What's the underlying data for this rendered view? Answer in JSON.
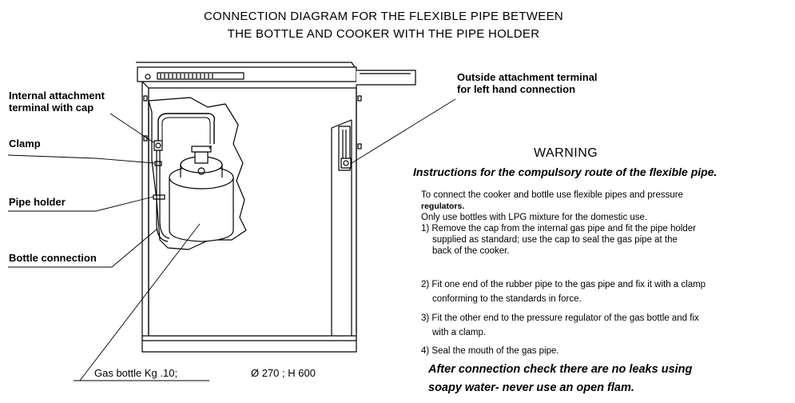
{
  "title": {
    "line1": "CONNECTION DIAGRAM FOR THE FLEXIBLE PIPE BETWEEN",
    "line2": "THE BOTTLE AND COOKER WITH THE PIPE  HOLDER"
  },
  "labels": {
    "internal1": "Internal attachment",
    "internal2": "terminal with cap",
    "clamp": "Clamp",
    "pipe_holder": "Pipe holder",
    "bottle_connection": "Bottle connection",
    "outside1": "Outside attachment terminal",
    "outside2": "for left hand connection",
    "gas_bottle": "Gas bottle Kg .10;",
    "gas_dims": "Ø 270 ; H 600"
  },
  "warning": {
    "heading": "WARNING",
    "subheading": "Instructions for the compulsory route of the flexible pipe.",
    "p1a": "To connect the cooker and bottle use flexible pipes and pressure",
    "p1b": "regulators.",
    "p2": "Only use bottles with LPG mixture for the domestic use.",
    "s1a": "1) Remove the cap from the internal gas pipe and fit the pipe holder",
    "s1b": "supplied as standard; use the cap to seal the gas pipe at the",
    "s1c": "back of the cooker.",
    "s2a": "2) Fit one end of the rubber pipe to the gas pipe and fix it with a clamp",
    "s2b": "conforming to the standards in force.",
    "s3a": "3) Fit the other end to the pressure regulator of the gas bottle and fix",
    "s3b": "with a clamp.",
    "s4": "4) Seal the mouth of the gas pipe.",
    "after1": "After connection check there are no leaks using",
    "after2": "soapy water- never use an open flam."
  },
  "colors": {
    "ink": "#000000",
    "paper": "#ffffff",
    "shade": "#e6e6e6"
  }
}
